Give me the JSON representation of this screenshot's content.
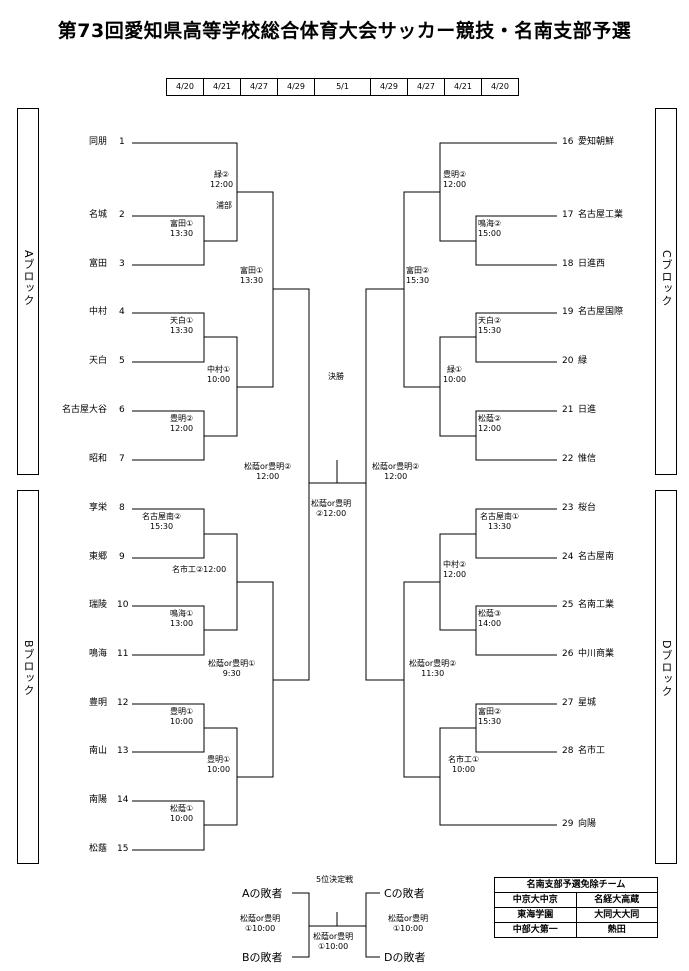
{
  "title": "第73回愛知県高等学校総合体育大会サッカー競技・名南支部予選",
  "dates": [
    "4/20",
    "4/21",
    "4/27",
    "4/29",
    "5/1",
    "4/29",
    "4/27",
    "4/21",
    "4/20"
  ],
  "blocks": {
    "A": "Aブロック",
    "B": "Bブロック",
    "C": "Cブロック",
    "D": "Dブロック"
  },
  "teams": [
    {
      "name": "同朋",
      "seed": "1"
    },
    {
      "name": "名城",
      "seed": "2"
    },
    {
      "name": "富田",
      "seed": "3"
    },
    {
      "name": "中村",
      "seed": "4"
    },
    {
      "name": "天白",
      "seed": "5"
    },
    {
      "name": "名古屋大谷",
      "seed": "6"
    },
    {
      "name": "昭和",
      "seed": "7"
    },
    {
      "name": "享栄",
      "seed": "8"
    },
    {
      "name": "東郷",
      "seed": "9"
    },
    {
      "name": "瑞陵",
      "seed": "10"
    },
    {
      "name": "鳴海",
      "seed": "11"
    },
    {
      "name": "豊明",
      "seed": "12"
    },
    {
      "name": "南山",
      "seed": "13"
    },
    {
      "name": "南陽",
      "seed": "14"
    },
    {
      "name": "松蔭",
      "seed": "15"
    },
    {
      "name": "愛知朝鮮",
      "seed": "16"
    },
    {
      "name": "名古屋工業",
      "seed": "17"
    },
    {
      "name": "日進西",
      "seed": "18"
    },
    {
      "name": "名古屋国際",
      "seed": "19"
    },
    {
      "name": "緑",
      "seed": "20"
    },
    {
      "name": "日進",
      "seed": "21"
    },
    {
      "name": "惟信",
      "seed": "22"
    },
    {
      "name": "桜台",
      "seed": "23"
    },
    {
      "name": "名古屋南",
      "seed": "24"
    },
    {
      "name": "名南工業",
      "seed": "25"
    },
    {
      "name": "中川商業",
      "seed": "26"
    },
    {
      "name": "星城",
      "seed": "27"
    },
    {
      "name": "名市工",
      "seed": "28"
    },
    {
      "name": "向陽",
      "seed": "29"
    }
  ],
  "matches": {
    "m1": "緑②\n12:00",
    "m1b": "浦部",
    "m2": "富田①\n13:30",
    "m3": "天白①\n13:30",
    "m4": "豊明②\n12:00",
    "m5": "中村①\n10:00",
    "m6": "富田①\n13:30",
    "m7": "名古屋南②\n15:30",
    "m8": "鳴海①\n13:00",
    "m9": "名市工②12:00",
    "m10": "豊明①\n10:00",
    "m11": "松蔭①\n10:00",
    "m12": "豊明①\n10:00",
    "m13": "松蔭or豊明①\n9:30",
    "m14": "松蔭or豊明②\n12:00",
    "m15": "豊明②\n12:00",
    "m16": "鳴海②\n15:00",
    "m17": "天白②\n15:30",
    "m18": "松蔭②\n12:00",
    "m19": "緑①\n10:00",
    "m20": "富田②\n15:30",
    "m21": "名古屋南①\n13:30",
    "m22": "松蔭③\n14:00",
    "m23": "中村②\n12:00",
    "m24": "富田②\n15:30",
    "m25": "名市工①\n10:00",
    "m26": "松蔭or豊明②\n11:30",
    "m27": "松蔭or豊明②\n12:00",
    "final_label": "決勝",
    "final": "松蔭or豊明\n②12:00",
    "fifth_label": "5位決定戦",
    "p1": "松蔭or豊明\n①10:00",
    "p2": "松蔭or豊明\n①10:00",
    "p3": "松蔭or豊明\n①10:00"
  },
  "losers": {
    "A": "Aの敗者",
    "B": "Bの敗者",
    "C": "Cの敗者",
    "D": "Dの敗者"
  },
  "exempt": {
    "header": "名南支部予選免除チーム",
    "rows": [
      [
        "中京大中京",
        "名経大高蔵"
      ],
      [
        "東海学園",
        "大同大大同"
      ],
      [
        "中部大第一",
        "熱田"
      ]
    ]
  }
}
